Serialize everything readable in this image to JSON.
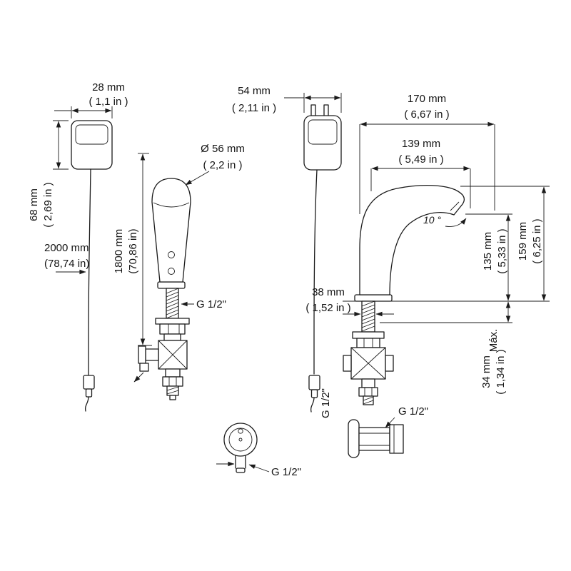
{
  "left": {
    "adapter_width_mm": "28 mm",
    "adapter_width_in": "( 1,1 in )",
    "adapter_height_mm": "68 mm",
    "adapter_height_in": "( 2,69 in )",
    "cable_length_mm": "2000 mm",
    "cable_length_in": "(78,74 in)",
    "spout_diameter_mm": "Ø 56 mm",
    "spout_diameter_in": "( 2,2 in )",
    "install_height_mm": "1800 mm",
    "install_height_in": "(70,86 in)",
    "thread": "G 1/2\"",
    "base_thread": "G 1/2\""
  },
  "right": {
    "adapter_width_mm": "54 mm",
    "adapter_width_in": "( 2,11 in )",
    "reach_total_mm": "170 mm",
    "reach_total_in": "( 6,67 in )",
    "reach_spout_mm": "139 mm",
    "reach_spout_in": "( 5,49 in )",
    "spout_angle": "10 °",
    "outlet_height_mm": "135 mm",
    "outlet_height_in": "( 5,33 in )",
    "total_height_mm": "159 mm",
    "total_height_in": "( 6,25 in )",
    "shank_mm": "38 mm",
    "shank_in": "( 1,52 in )",
    "deck_max_label": "Máx.",
    "deck_mm": "34 mm",
    "deck_in": "( 1,34 in )",
    "inlet_thread": "G 1/2\"",
    "elbow_thread": "G 1/2\""
  }
}
